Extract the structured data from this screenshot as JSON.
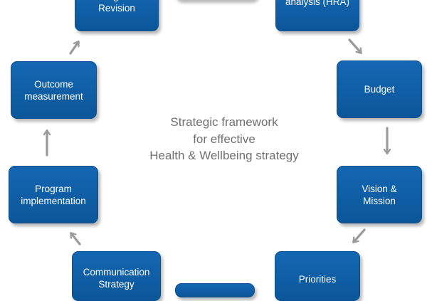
{
  "center_text": "Strategic framework\nfor effective\nHealth & Wellbeing strategy",
  "steps": [
    {
      "id": "program-revision",
      "label": "Program\nRevision"
    },
    {
      "id": "top-center",
      "label": ""
    },
    {
      "id": "risk-analysis",
      "label": "Risk and data\nanalysis (HRA)"
    },
    {
      "id": "budget",
      "label": "Budget"
    },
    {
      "id": "vision-mission",
      "label": "Vision &\nMission"
    },
    {
      "id": "priorities",
      "label": "Priorities"
    },
    {
      "id": "bottom-center",
      "label": ""
    },
    {
      "id": "communication-strategy",
      "label": "Communication\nStrategy"
    },
    {
      "id": "program-implementation",
      "label": "Program\nimplementation"
    },
    {
      "id": "outcome-measurement",
      "label": "Outcome\nmeasurement"
    }
  ],
  "colors": {
    "box": "#0d5fa8",
    "arrow": "#9a9a9a",
    "center_text": "#6f6f6f"
  }
}
